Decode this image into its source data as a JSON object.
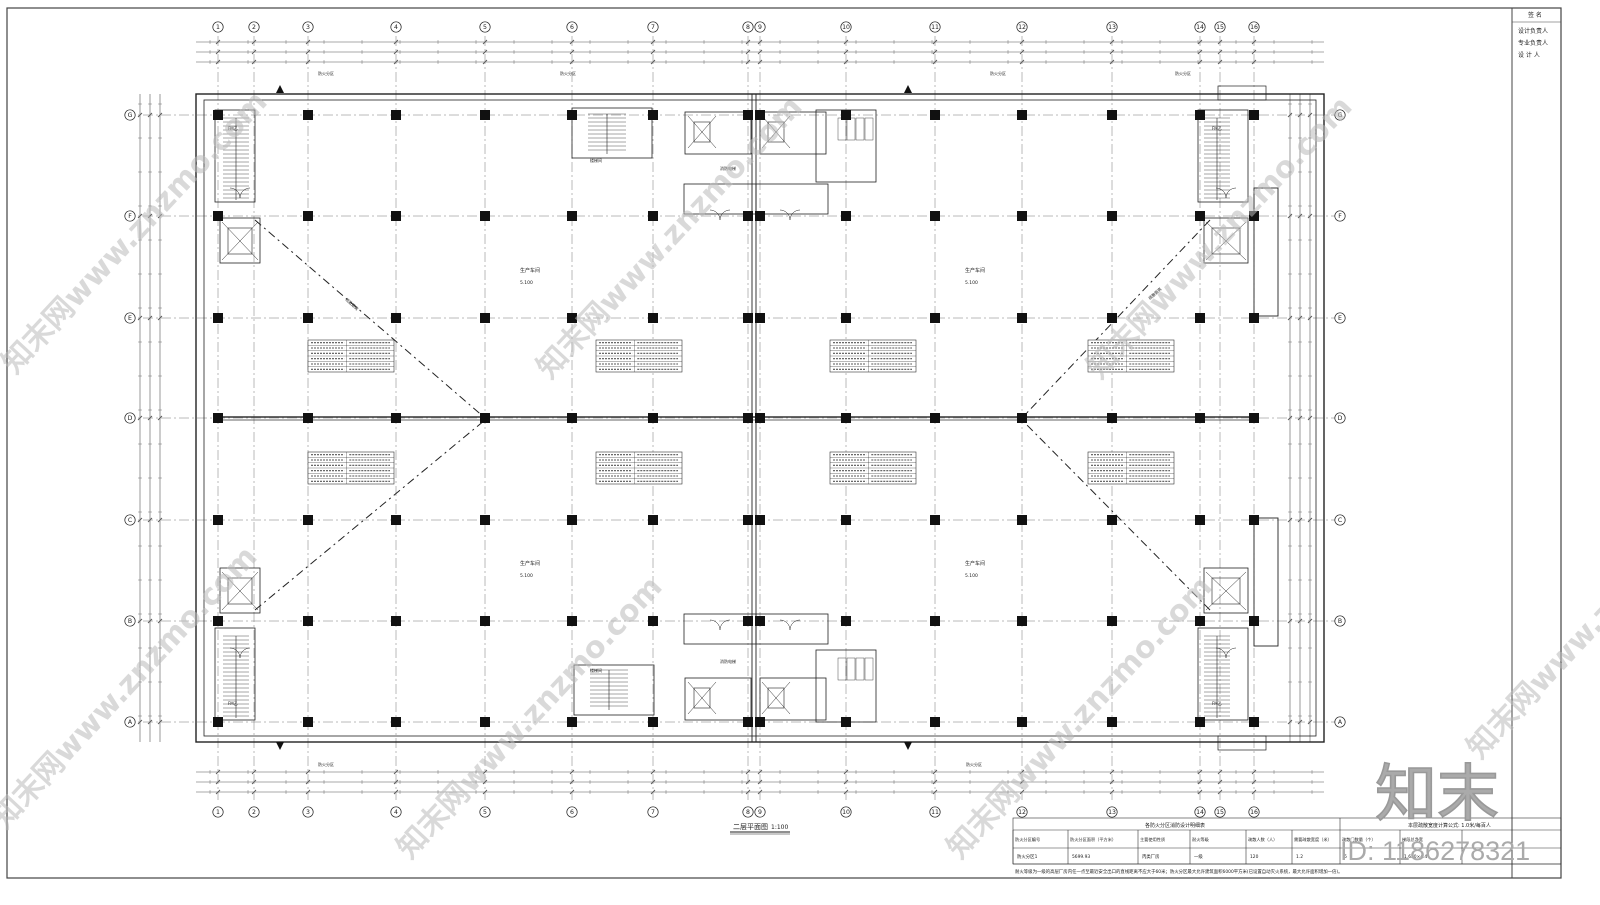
{
  "drawing": {
    "axes_top": [
      "1",
      "2",
      "3",
      "4",
      "5",
      "6",
      "7",
      "8",
      "9",
      "10",
      "11",
      "12",
      "13",
      "14",
      "15",
      "16"
    ],
    "axes_side": [
      "G",
      "F",
      "E",
      "D",
      "C",
      "B",
      "A"
    ],
    "plan_title": "二层平面图",
    "plan_scale": "1:100",
    "door_tag": "FM乙",
    "room_label": "消防电梯",
    "fire_zone_label": "防火分区",
    "stair_label": "楼梯间",
    "elevation_mark": "5.100",
    "workshop_label": "生产车间",
    "evac_label": "疏散距离"
  },
  "title_block": {
    "rows": [
      "设计负责人",
      "专业负责人",
      "设 计 人"
    ],
    "stamp_label": "签 名"
  },
  "legend_table": {
    "left_title": "各防火分区消防设计明细表",
    "right_title": "本层疏散宽度计算公式: 1.0米/每百人",
    "headers": [
      "防火分区编号",
      "防火分区面积（平方米）",
      "主要使用性质",
      "耐火等级",
      "疏散人数（人）",
      "需要疏散宽度（米）",
      "疏散门数量（个）",
      "梯段总净宽"
    ],
    "row": [
      "防火分区1",
      "5699.93",
      "丙类厂房",
      "一级",
      "120",
      "1.2",
      "6",
      "1.650×4.4"
    ],
    "note": "耐火等级为一级的高层厂房内任一点至最近安全出口的直线距离不应大于60米；防火分区最大允许建筑面积6000平方米(已设置自动灭火系统，最大允许面积增加一倍)。"
  },
  "watermark": {
    "brand": "知末网www.znzmo.com",
    "logo": "知末",
    "id": "ID: 1186278321"
  }
}
